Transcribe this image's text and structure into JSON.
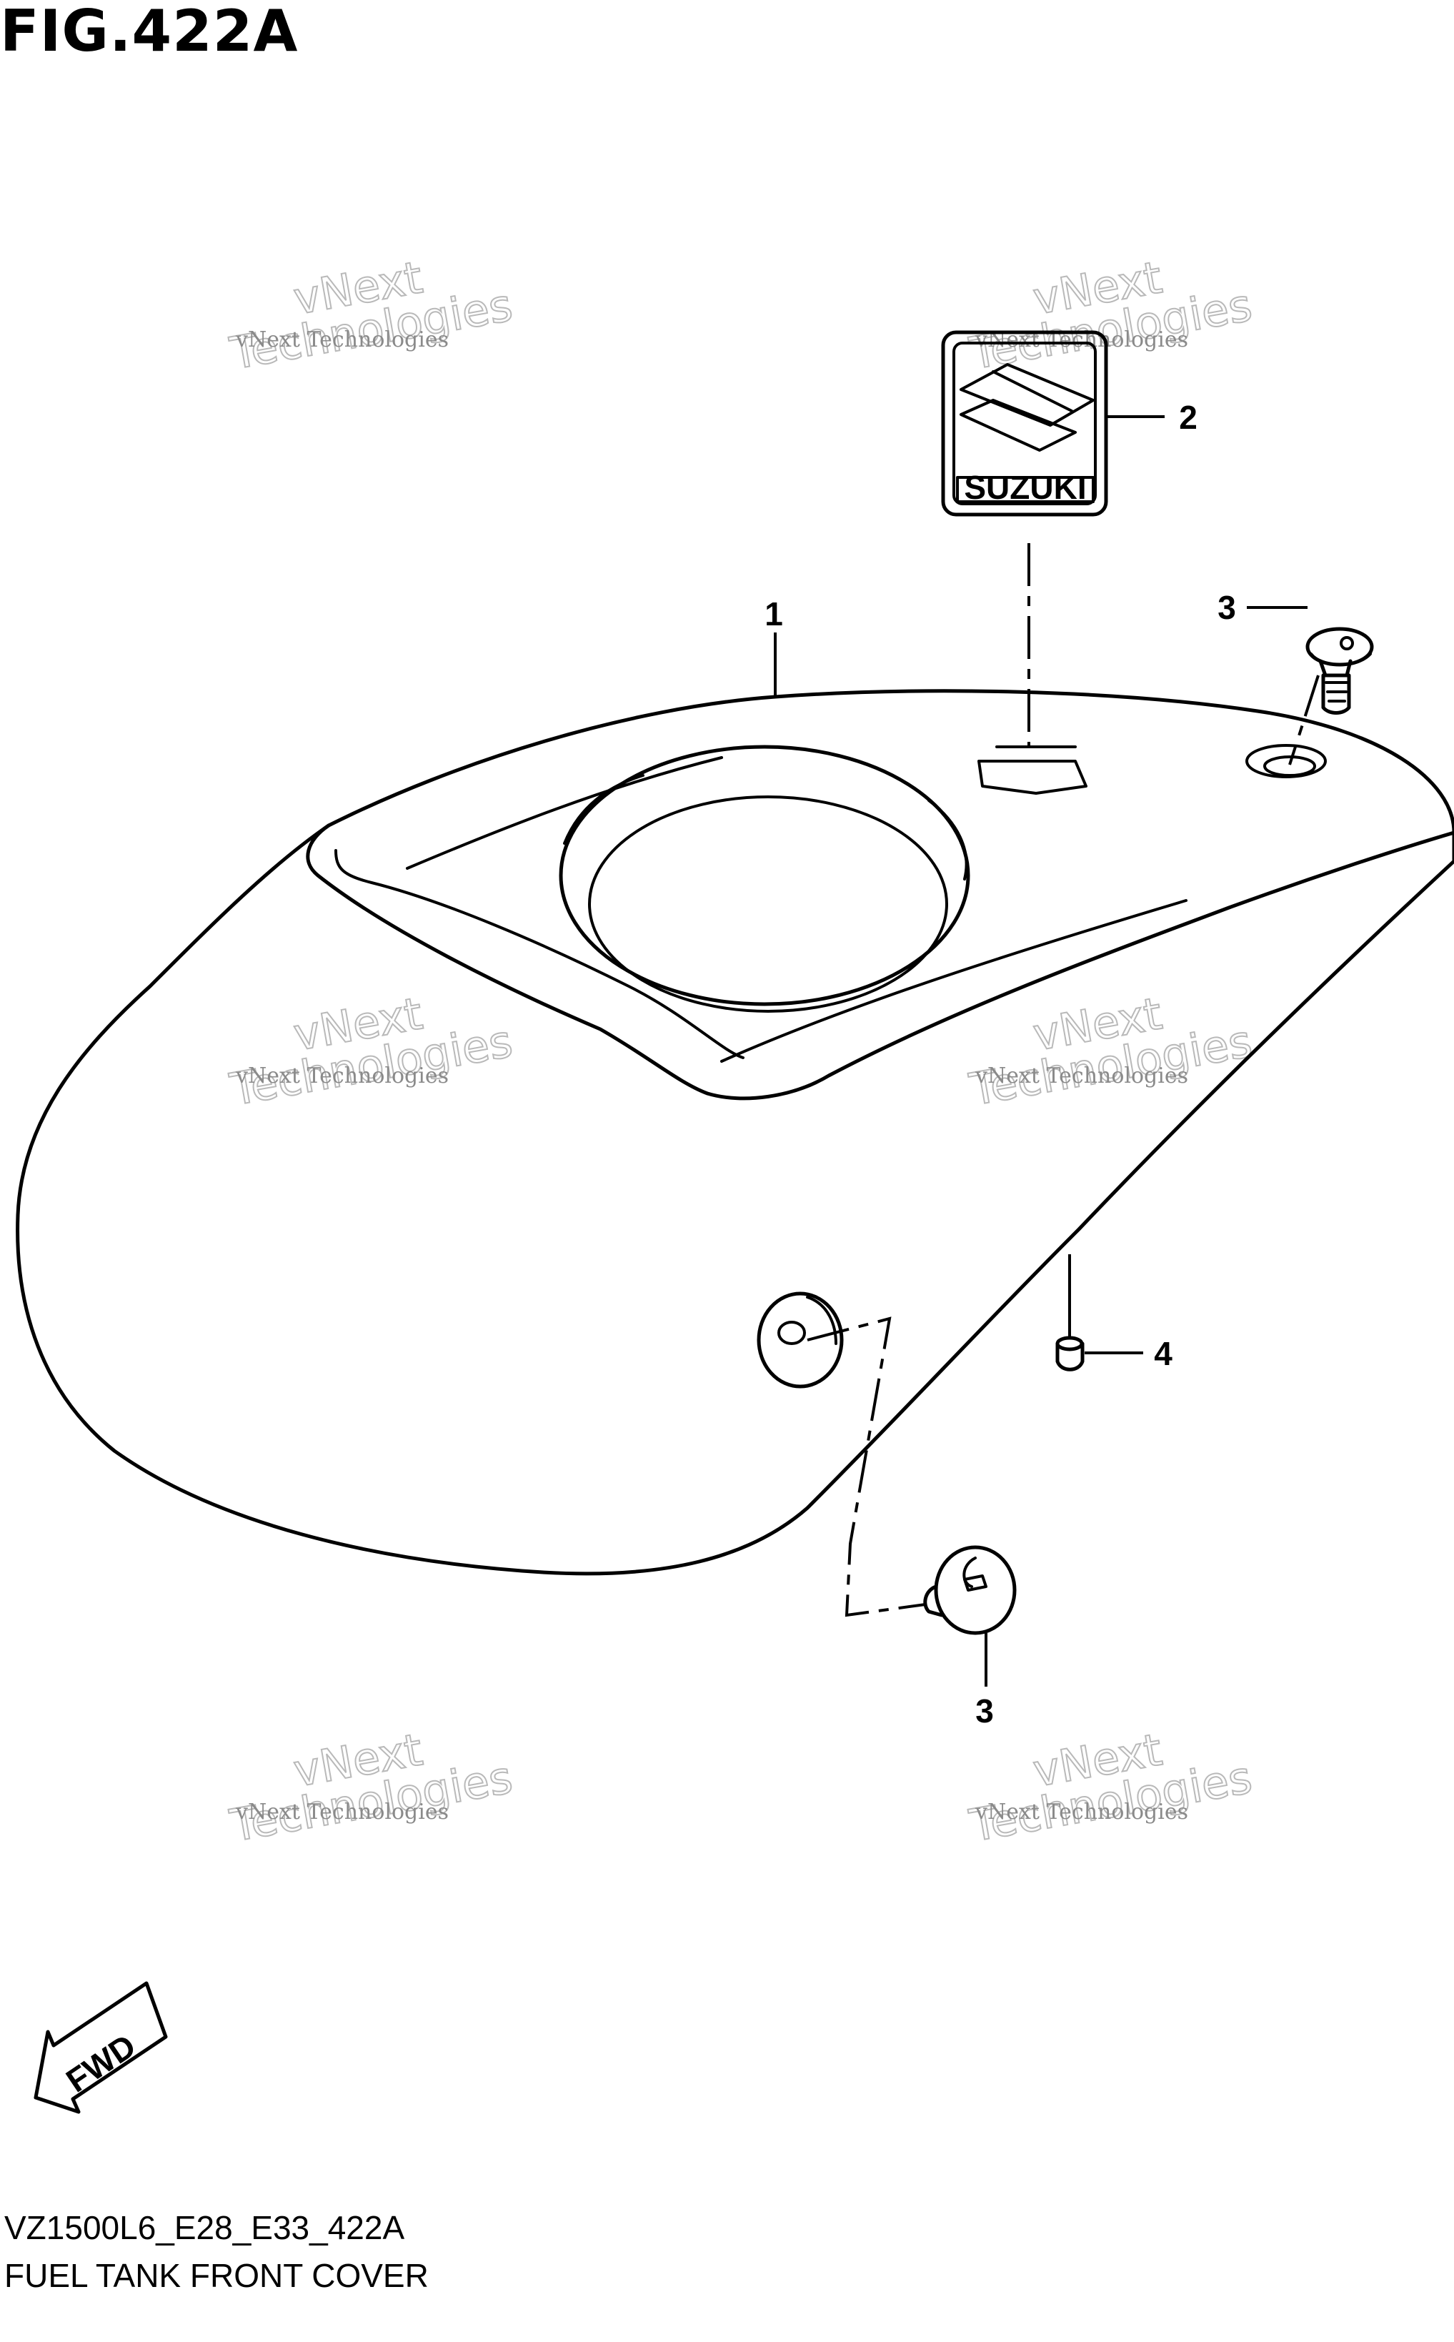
{
  "figure": {
    "title": "FIG.422A",
    "code": "VZ1500L6_E28_E33_422A",
    "caption": "FUEL TANK FRONT COVER"
  },
  "callouts": [
    {
      "id": "1"
    },
    {
      "id": "2"
    },
    {
      "id": "3"
    },
    {
      "id": "3"
    },
    {
      "id": "4"
    }
  ],
  "emblem": {
    "brand": "SUZUKI"
  },
  "direction_arrow": {
    "label": "FWD"
  },
  "watermark": {
    "line1": "vNext",
    "line2": "Technologies",
    "line3": "vNext Technologies"
  }
}
